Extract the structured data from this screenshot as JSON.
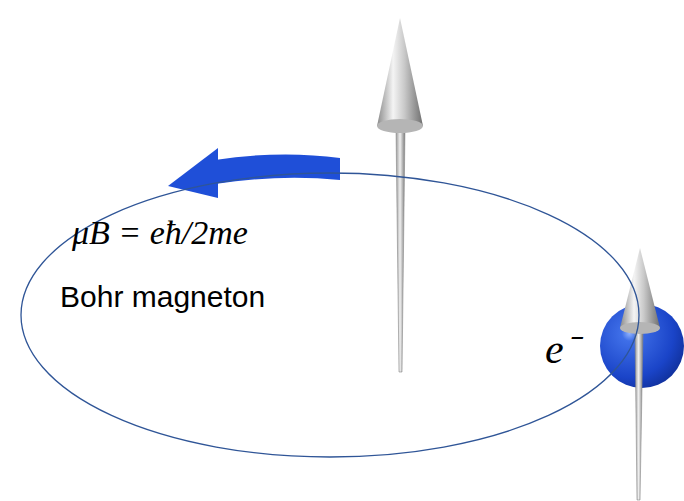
{
  "diagram": {
    "nodes": [
      {
        "text": [
          "μB = eħ/2me",
          "Bohr magneton"
        ]
      }
    ],
    "labels": [
      "e⁻"
    ]
  }
}
